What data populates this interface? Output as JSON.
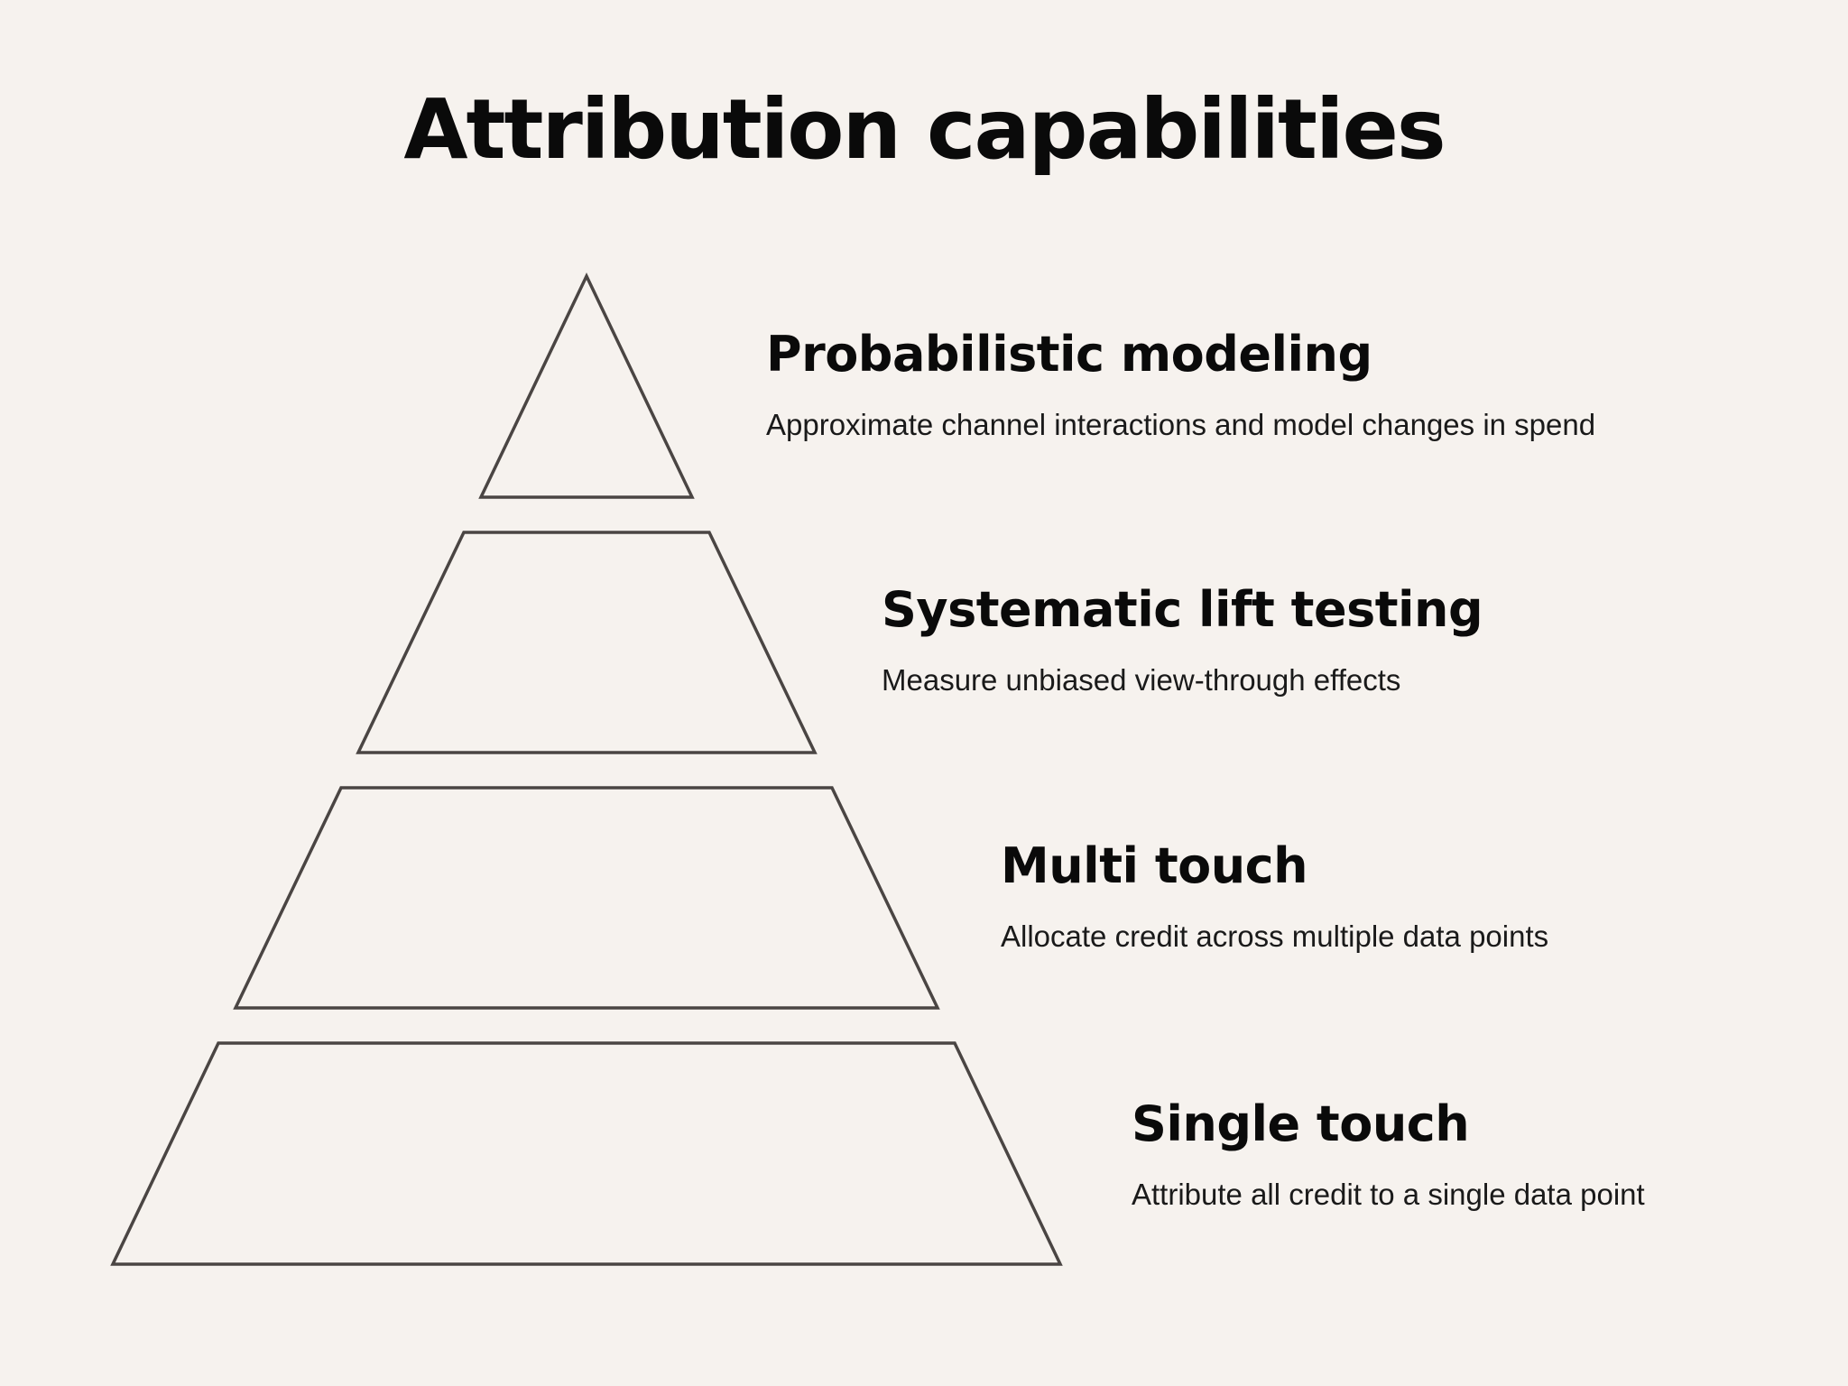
{
  "title": "Attribution capabilities",
  "levels": [
    {
      "name": "Probabilistic modeling",
      "description": "Approximate channel interactions and model changes in spend"
    },
    {
      "name": "Systematic lift testing",
      "description": "Measure unbiased view-through effects"
    },
    {
      "name": "Multi touch",
      "description": "Allocate credit across multiple data points"
    },
    {
      "name": "Single touch",
      "description": "Attribute all credit to a single data point"
    }
  ],
  "colors": {
    "background": "#f6f2ee",
    "outline": "#4a4543",
    "text": "#0a0a0a"
  }
}
